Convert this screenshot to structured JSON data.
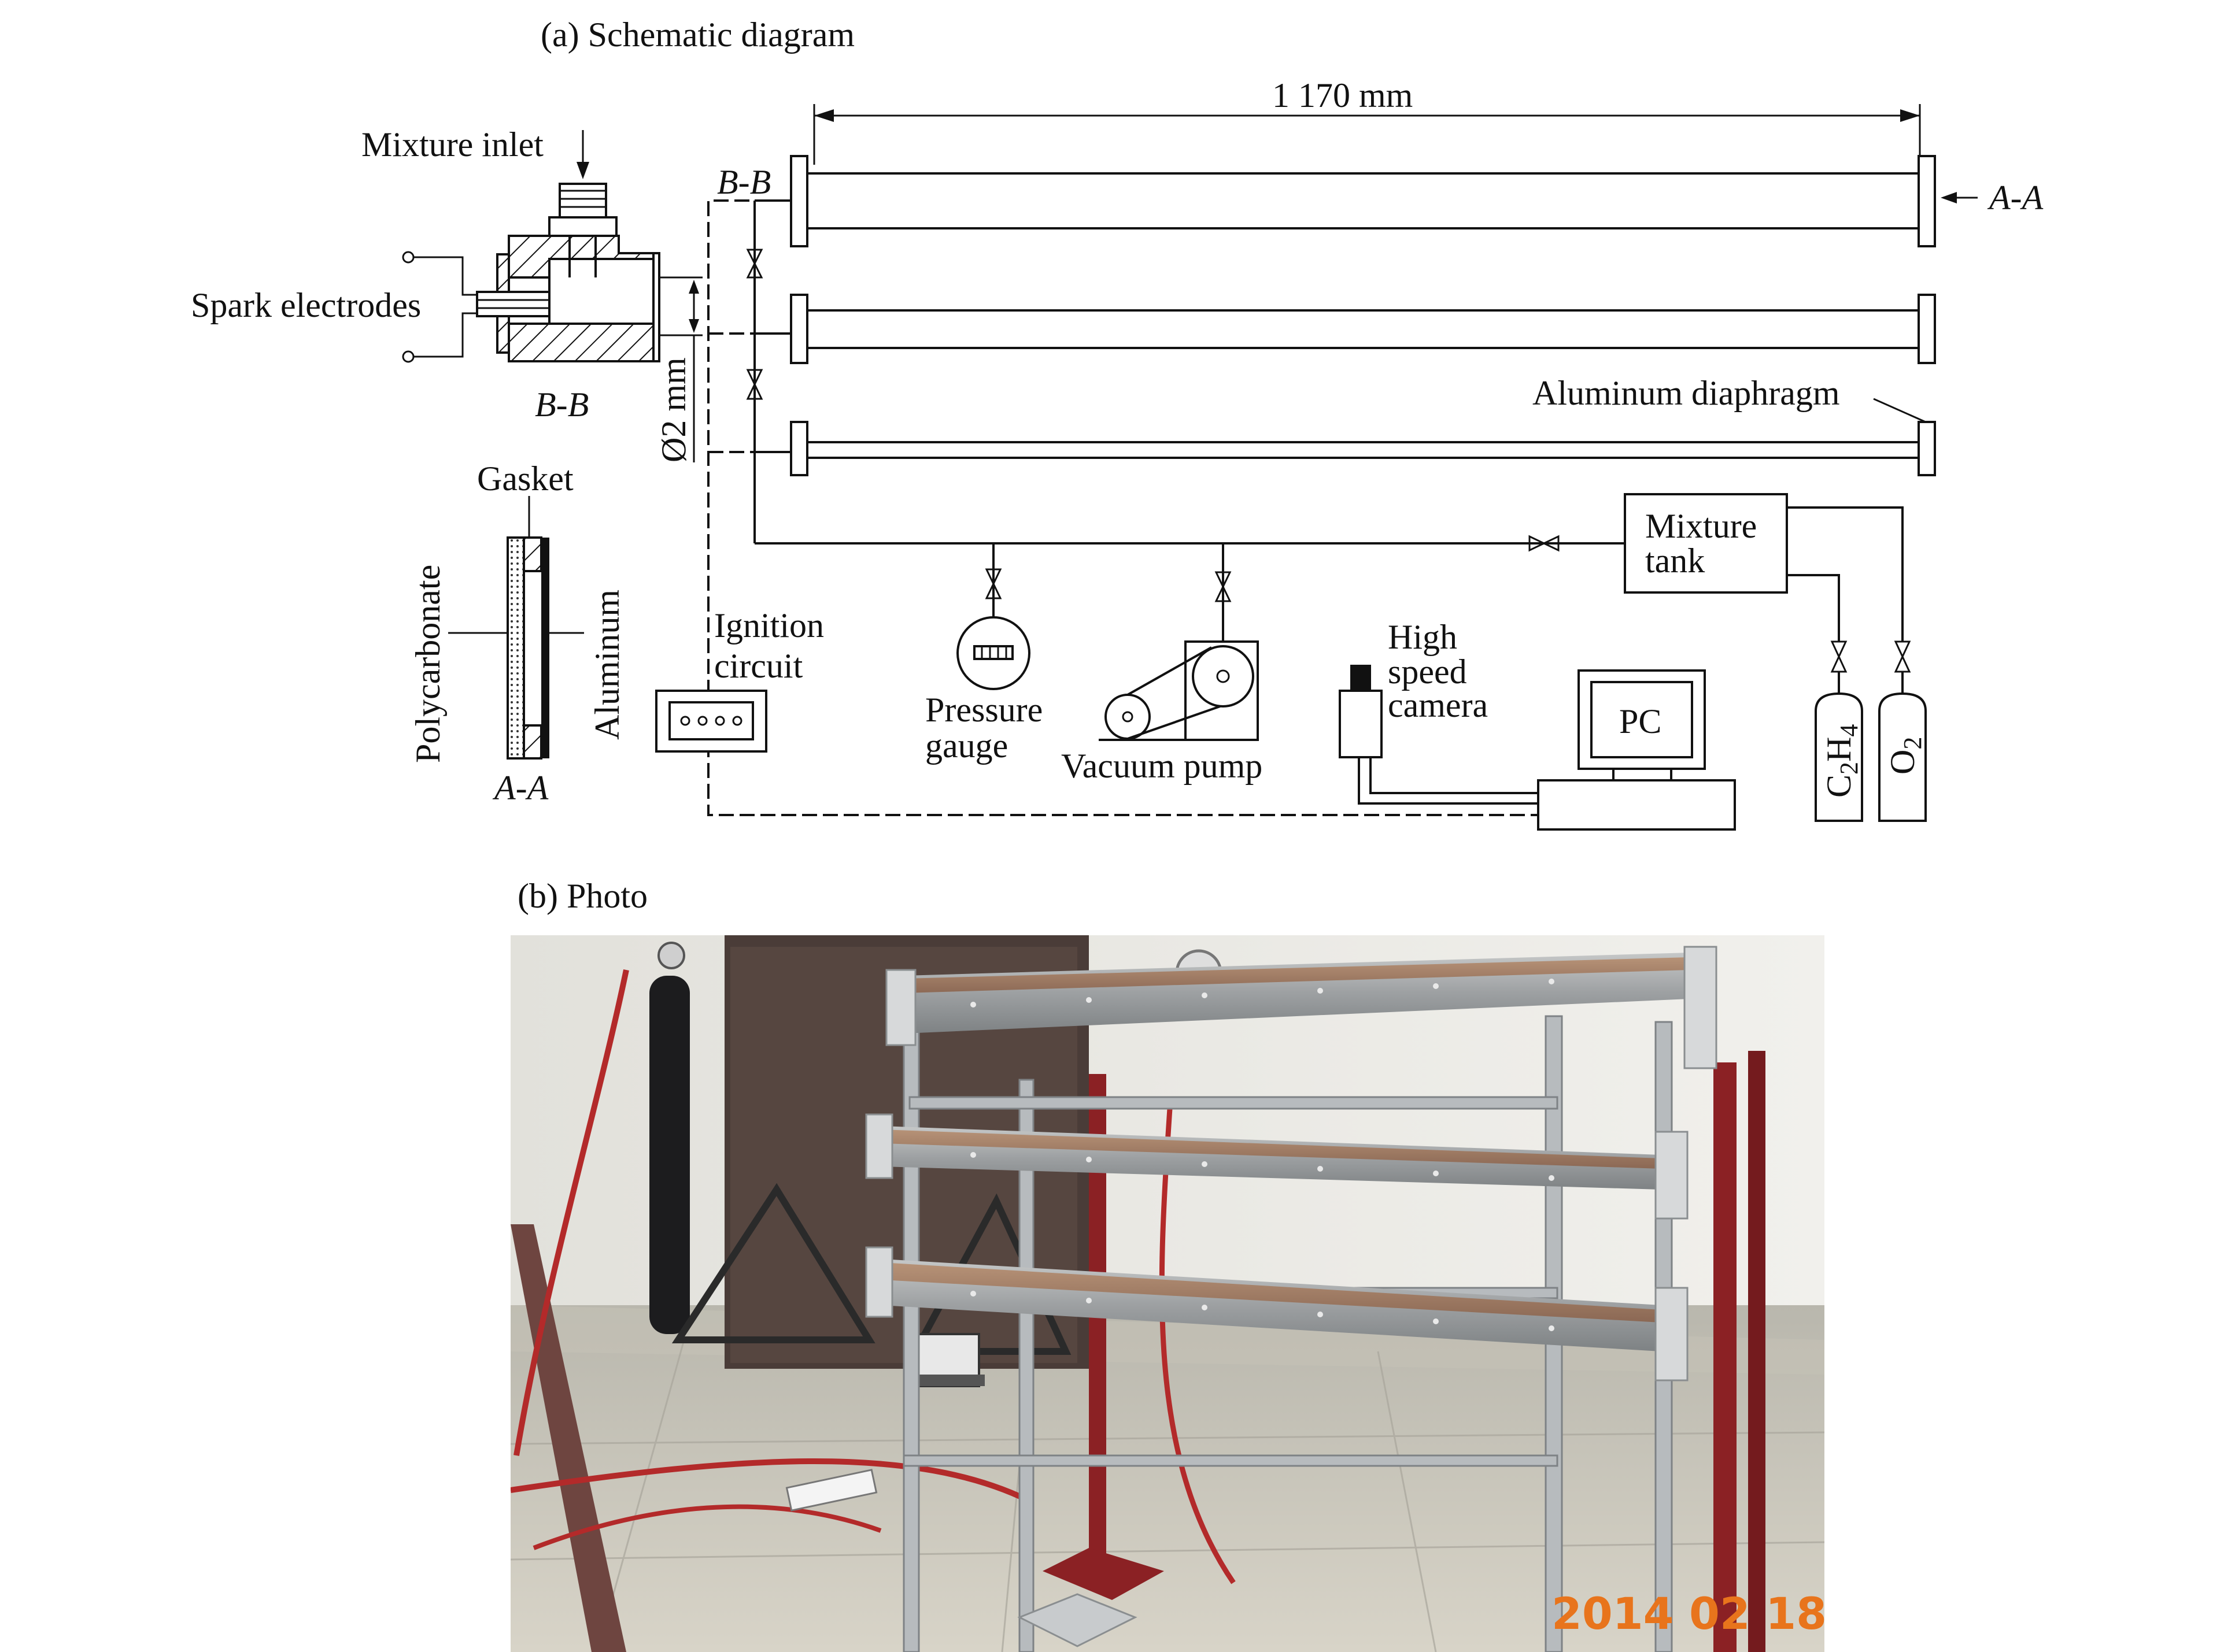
{
  "figure": {
    "caption_a": "(a) Schematic diagram",
    "caption_b": "(b) Photo"
  },
  "schematic": {
    "length_dim": "1 170 mm",
    "section_bb_top": "B-B",
    "section_aa_right": "A-A",
    "mixture_inlet": "Mixture inlet",
    "spark_electrodes": "Spark electrodes",
    "section_bb_bottom": "B-B",
    "diameter_dim": "Ø2 mm",
    "aluminum_diaphragm": "Aluminum diaphragm",
    "gasket": "Gasket",
    "polycarbonate": "Polycarbonate",
    "aluminum": "Aluminum",
    "section_aa_bottom": "A-A",
    "ignition_circuit_1": "Ignition",
    "ignition_circuit_2": "circuit",
    "pressure_gauge_1": "Pressure",
    "pressure_gauge_2": "gauge",
    "vacuum_pump": "Vacuum pump",
    "camera_1": "High",
    "camera_2": "speed",
    "camera_3": "camera",
    "pc": "PC",
    "mixture_tank_1": "Mixture",
    "mixture_tank_2": "tank",
    "c2h4_c": "C",
    "c2h4_2a": "2",
    "c2h4_h": "H",
    "c2h4_4": "4",
    "o2_o": "O",
    "o2_2": "2"
  },
  "photo": {
    "date_stamp": "2014 02 18"
  }
}
